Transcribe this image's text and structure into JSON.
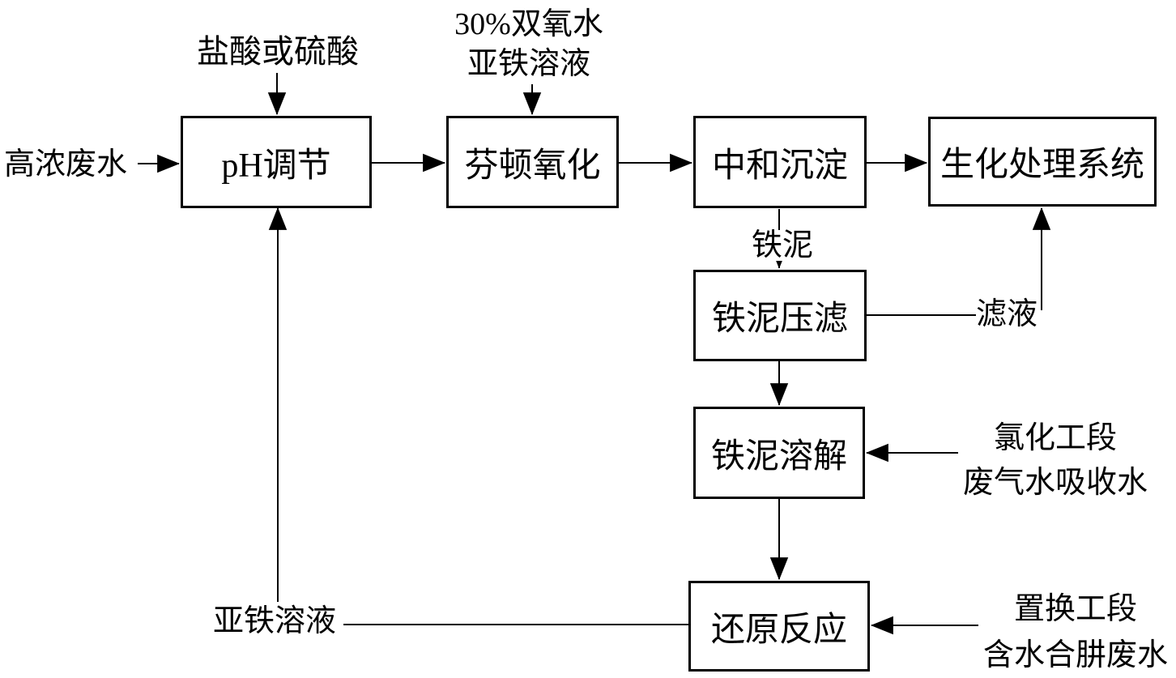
{
  "page": {
    "background_color": "#ffffff",
    "ink_color": "#000000"
  },
  "diagram": {
    "type": "process-flowchart",
    "boxes": {
      "ph_adjust": "pH调节",
      "fenton": "芬顿氧化",
      "neutralize": "中和沉淀",
      "bio_system": "生化处理系统",
      "sludge_press": "铁泥压滤",
      "sludge_dissolve": "铁泥溶解",
      "reduction": "还原反应"
    },
    "labels": {
      "influent": "高浓废水",
      "acid": "盐酸或硫酸",
      "oxidant_line1": "30%双氧水",
      "oxidant_line2": "亚铁溶液",
      "iron_sludge": "铁泥",
      "filtrate": "滤液",
      "chlorination_line1": "氯化工段",
      "chlorination_line2": "废气水吸收水",
      "replacement_line1": "置换工段",
      "replacement_line2": "含水合肼废水",
      "ferrous_recycle": "亚铁溶液"
    },
    "flows": [
      "高浓废水 → pH调节",
      "盐酸或硫酸 → pH调节",
      "pH调节 → 芬顿氧化",
      "30%双氧水/亚铁溶液 → 芬顿氧化",
      "芬顿氧化 → 中和沉淀",
      "中和沉淀 → 生化处理系统",
      "中和沉淀 → 铁泥 → 铁泥压滤",
      "铁泥压滤 → 滤液 → 生化处理系统",
      "铁泥压滤 → 铁泥溶解",
      "氯化工段废气水吸收水 → 铁泥溶解",
      "铁泥溶解 → 还原反应",
      "置换工段含水合肼废水 → 还原反应",
      "还原反应 → 亚铁溶液 → pH调节"
    ]
  }
}
